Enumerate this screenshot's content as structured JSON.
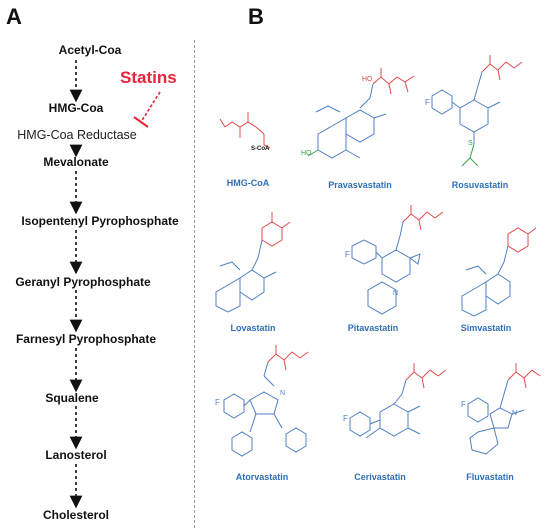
{
  "panels": {
    "a": "A",
    "b": "B"
  },
  "pathway": {
    "steps": [
      "Acetyl-Coa",
      "HMG-Coa",
      "Mevalonate",
      "Isopentenyl Pyrophosphate",
      "Geranyl Pyrophosphate",
      "Farnesyl Pyrophosphate",
      "Squalene",
      "Lanosterol",
      "Cholesterol"
    ],
    "enzyme": "HMG-Coa Reductase",
    "inhibitor": "Statins",
    "colors": {
      "inhibitor": "#e8243b",
      "arrow": "#111111"
    }
  },
  "molecules": [
    {
      "name": "HMG-CoA",
      "annotation": "S-CoA"
    },
    {
      "name": "Pravasvastatin"
    },
    {
      "name": "Rosuvastatin"
    },
    {
      "name": "Lovastatin"
    },
    {
      "name": "Pitavastatin"
    },
    {
      "name": "Simvastatin"
    },
    {
      "name": "Atorvastatin"
    },
    {
      "name": "Cerivastatin"
    },
    {
      "name": "Fluvastatin"
    }
  ],
  "atoms": {
    "fluorine": "F",
    "nitrogen": "N",
    "hydroxyl": "HO",
    "sulfur": "S",
    "oxygen": "O"
  },
  "colors": {
    "scaffold": "#4f7fc2",
    "pharmacophore": "#e14a4a",
    "sulfonyl": "#3aa34a",
    "label": "#2f6fb8"
  }
}
